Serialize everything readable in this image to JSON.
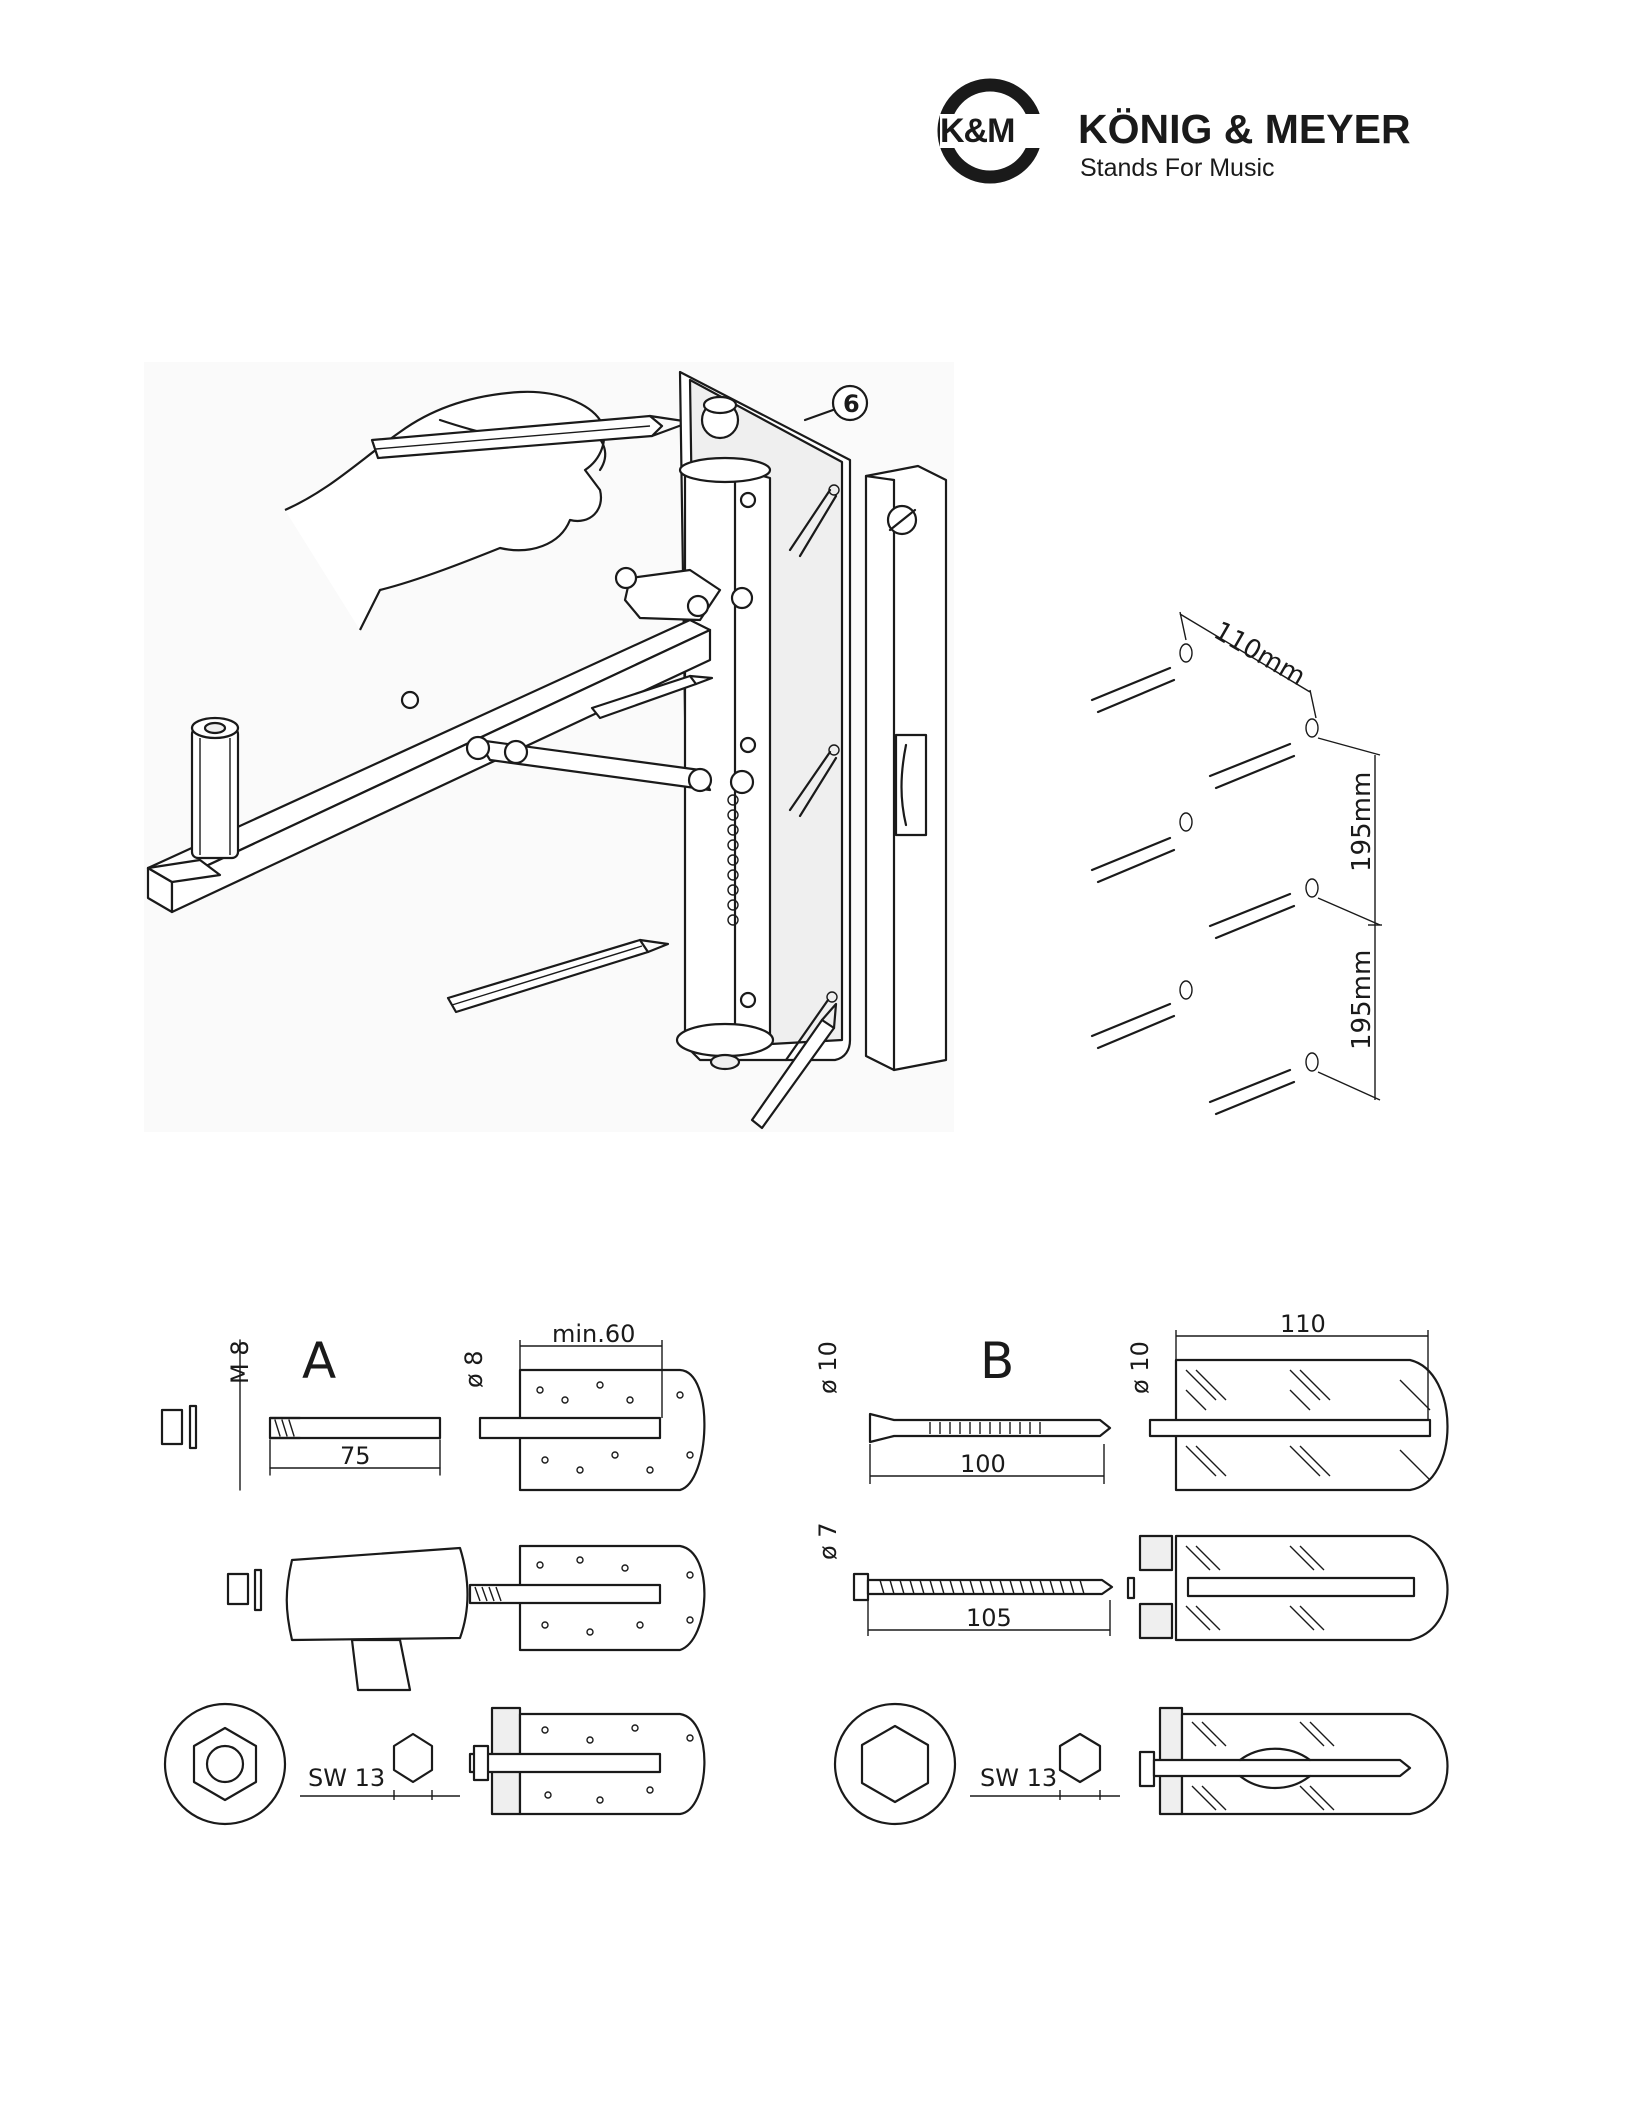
{
  "header": {
    "logo_mark": "K&M",
    "brand_name": "KÖNIG & MEYER",
    "tagline": "Stands For Music"
  },
  "figure_main": {
    "callout": "6"
  },
  "figure_drilling": {
    "spacing_horizontal": "110mm",
    "spacing_vertical_1": "195mm",
    "spacing_vertical_2": "195mm"
  },
  "variant_a": {
    "label": "A",
    "thread": "M 8",
    "drill_diameter": "ø 8",
    "drill_depth": "min.60",
    "bolt_length": "75",
    "wrench_size": "SW 13"
  },
  "variant_b": {
    "label": "B",
    "drill_diameter": "ø 10",
    "drill_depth": "110",
    "plug_diameter": "ø 10",
    "plug_length": "100",
    "screw_diameter": "ø 7",
    "screw_length": "105",
    "wrench_size": "SW 13"
  },
  "icons": [
    "km-logo-icon"
  ]
}
